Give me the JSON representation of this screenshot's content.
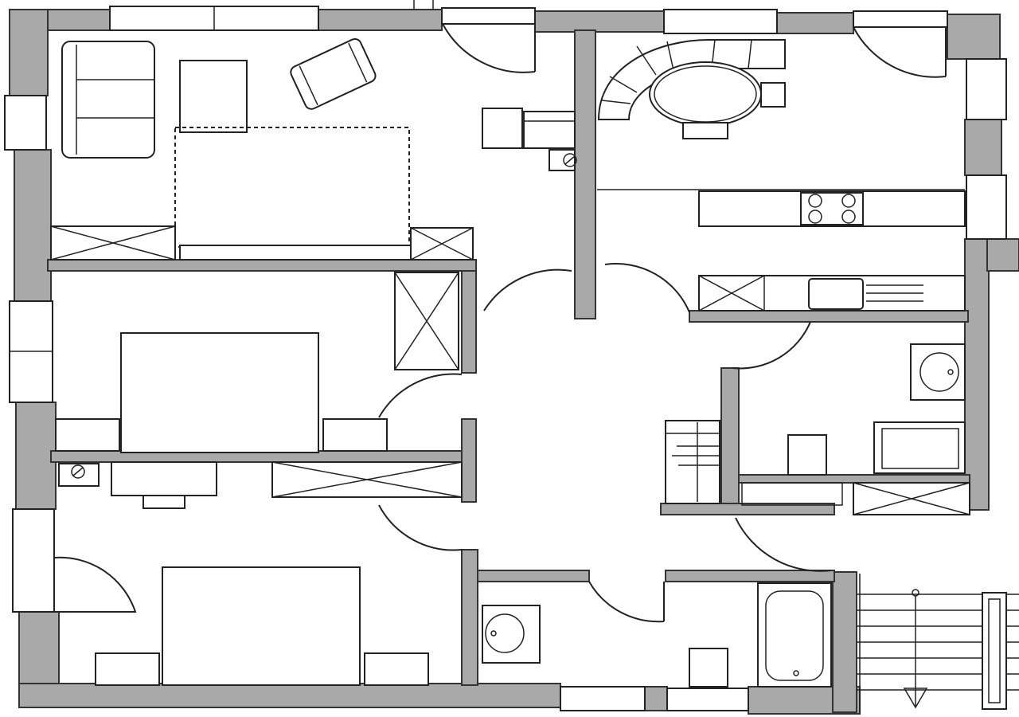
{
  "plan": {
    "wall_color": "#a9a9a9",
    "line_color": "#222222",
    "background": "#ffffff",
    "rooms": [
      {
        "id": "living-room",
        "contents": [
          "sofa",
          "armchair",
          "coffee-table",
          "rug",
          "tv-console",
          "cabinets"
        ]
      },
      {
        "id": "dining-kitchen",
        "contents": [
          "round-table",
          "chairs",
          "cooktop",
          "sink",
          "counter"
        ]
      },
      {
        "id": "bedroom-middle",
        "contents": [
          "bed",
          "nightstands",
          "wardrobe"
        ]
      },
      {
        "id": "bedroom-lower",
        "contents": [
          "bed",
          "nightstands",
          "desk",
          "wardrobe",
          "chimney"
        ]
      },
      {
        "id": "hall",
        "contents": [
          "coat-rack"
        ]
      },
      {
        "id": "guest-wc",
        "contents": [
          "washbasin",
          "toilet",
          "shower",
          "cupboard"
        ]
      },
      {
        "id": "bathroom",
        "contents": [
          "washbasin",
          "toilet",
          "bathtub"
        ]
      },
      {
        "id": "stairwell",
        "contents": [
          "stairs",
          "stair-direction-arrow"
        ]
      }
    ],
    "icons": [
      "chimney-icon",
      "cooktop-icon",
      "washbasin-icon",
      "stair-arrow-icon"
    ]
  }
}
